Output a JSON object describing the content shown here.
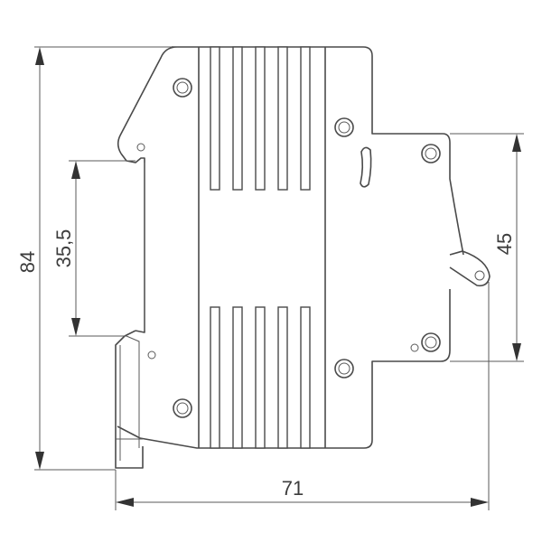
{
  "dimensions": {
    "height_total": "84",
    "rail_width": "35,5",
    "front_height": "45",
    "depth": "71"
  },
  "colors": {
    "line": "#4a4a4a",
    "arrow": "#333333",
    "background": "#ffffff"
  }
}
